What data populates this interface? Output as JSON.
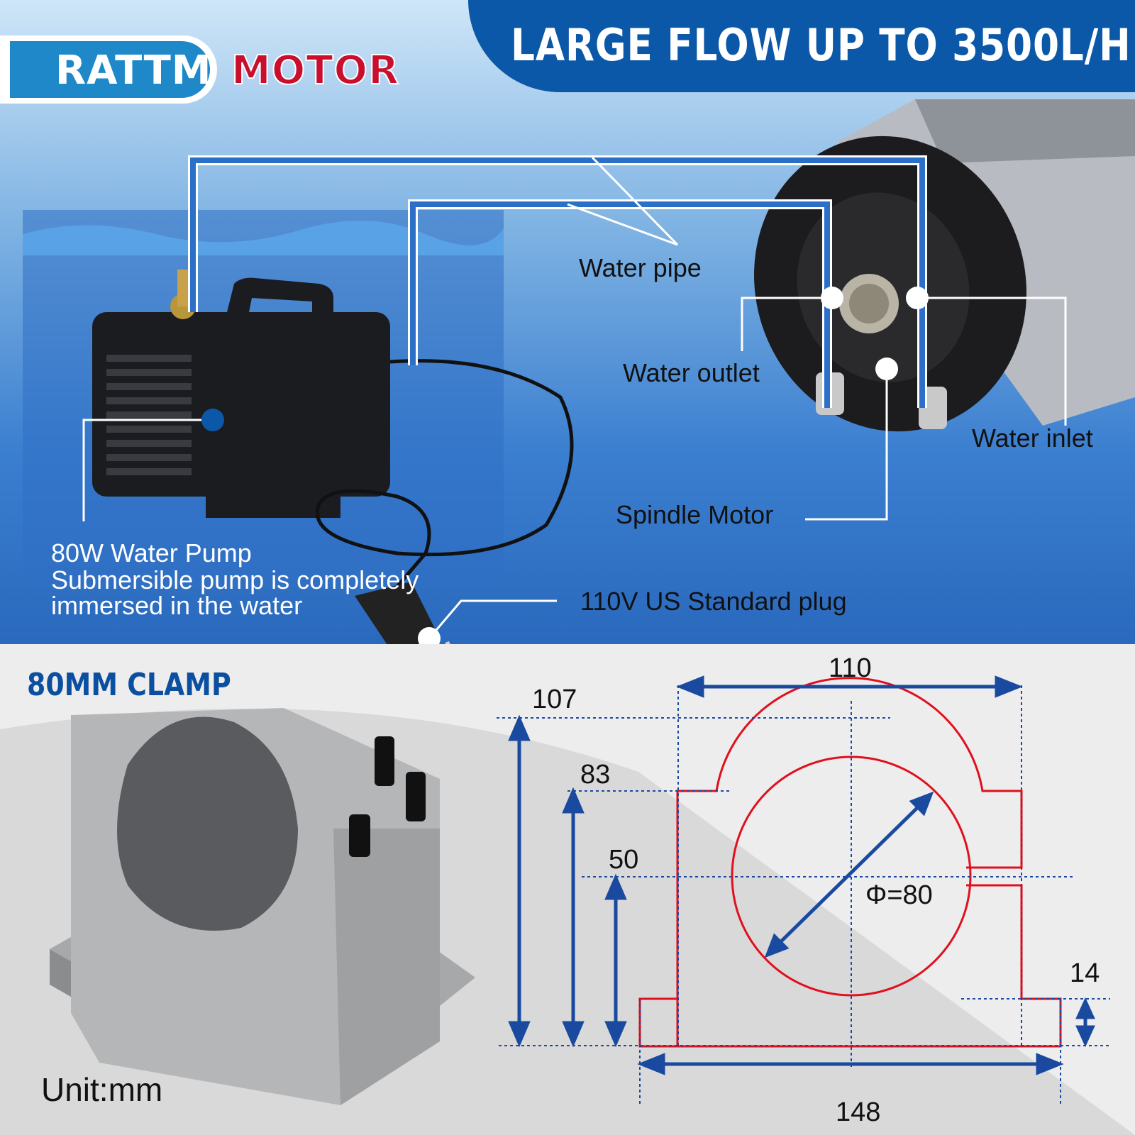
{
  "header": {
    "brand_left": "RATTM",
    "brand_right": "MOTOR",
    "headline": "LARGE FLOW UP TO 3500L/H"
  },
  "labels": {
    "water_pipe": "Water pipe",
    "water_outlet": "Water outlet",
    "water_inlet": "Water inlet",
    "spindle_motor": "Spindle Motor",
    "pump_title": "80W Water Pump",
    "pump_desc_1": "Submersible pump is completely",
    "pump_desc_2": "immersed in the water",
    "plug": "110V US Standard plug"
  },
  "clamp": {
    "title": "80MM CLAMP",
    "unit": "Unit:mm",
    "dimensions": {
      "width_top": "110",
      "height_total": "107",
      "height_step": "83",
      "height_center": "50",
      "diameter": "Φ=80",
      "base_thickness": "14",
      "width_base": "148"
    }
  },
  "colors": {
    "brand_blue": "#0b58a8",
    "brand_red": "#c8102e",
    "dimension_blue": "#1a4aa0",
    "outline_red": "#e0101e"
  }
}
